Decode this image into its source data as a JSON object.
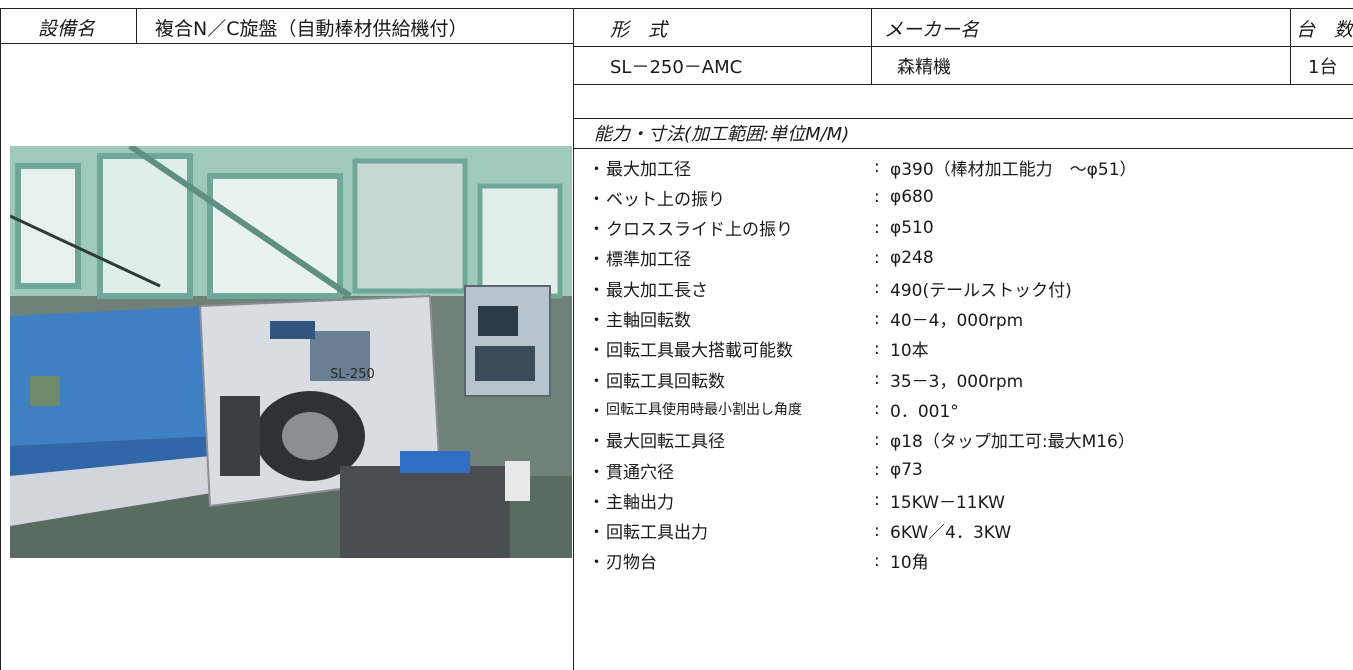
{
  "header": {
    "equip_label": "設備名",
    "equip_name": "複合N／C旋盤（自動棒材供給機付）",
    "model_label": "形　式",
    "maker_label": "メーカー名",
    "count_label": "台　数"
  },
  "values": {
    "model": "SL－250－AMC",
    "maker": "森精機",
    "count": "1台"
  },
  "photo": {
    "plate_text": "SL-250",
    "colors": {
      "machine_body": "#d9dce0",
      "feeder_blue": "#3f7fc4",
      "window_frame": "#8fc8b4"
    }
  },
  "specs": {
    "title": "能力・寸法(加工範囲:単位M/M)",
    "bullet": "・",
    "colon": ":",
    "items": [
      {
        "label": "最大加工径",
        "value": "φ390（棒材加工能力　～φ51）"
      },
      {
        "label": "ベット上の振り",
        "value": "φ680"
      },
      {
        "label": "クロススライド上の振り",
        "value": "φ510"
      },
      {
        "label": "標準加工径",
        "value": "φ248"
      },
      {
        "label": "最大加工長さ",
        "value": "490(テールストック付)"
      },
      {
        "label": "主軸回転数",
        "value": "40－4，000rpm"
      },
      {
        "label": "回転工具最大搭載可能数",
        "value": "10本"
      },
      {
        "label": "回転工具回転数",
        "value": "35－3，000rpm"
      },
      {
        "label": "回転工具使用時最小割出し角度",
        "value": "0．001°"
      },
      {
        "label": "最大回転工具径",
        "value": "φ18（タップ加工可:最大M16）"
      },
      {
        "label": "貫通穴径",
        "value": "φ73"
      },
      {
        "label": "主軸出力",
        "value": "15KW－11KW"
      },
      {
        "label": "回転工具出力",
        "value": "6KW／4．3KW"
      },
      {
        "label": "刃物台",
        "value": "10角"
      }
    ]
  }
}
